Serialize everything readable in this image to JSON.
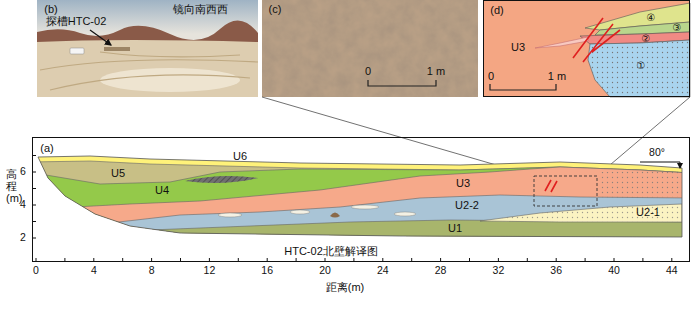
{
  "diagram": {
    "nodes": [
      {
        "text": [
          "(b)",
          "镜向南西西",
          "探槽HTC-02"
        ]
      },
      {
        "text": [
          "(c)",
          "0",
          "1 m"
        ]
      },
      {
        "text": [
          "(d)",
          "④",
          "③",
          "②",
          "①",
          "U3",
          "0",
          "1 m"
        ]
      },
      {
        "text": [
          "(a)",
          "HTC-02北壁解译图"
        ]
      }
    ],
    "labels": [
      "U6",
      "U5",
      "U4",
      "U3",
      "U2-2",
      "U2-1",
      "U1",
      "80°",
      "高程(m)",
      "2",
      "4",
      "6",
      "0",
      "4",
      "8",
      "12",
      "16",
      "20",
      "24",
      "28",
      "32",
      "36",
      "40",
      "44",
      "距离(m)"
    ]
  }
}
